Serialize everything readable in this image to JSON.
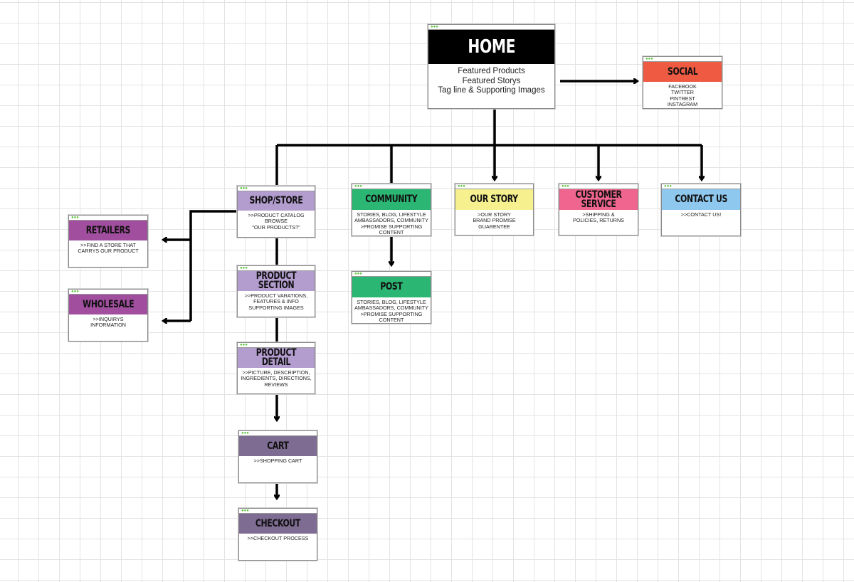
{
  "colors": {
    "home": "#000000",
    "social": "#ef5a43",
    "purple_light": "#b39dcf",
    "purple_dark": "#a24e9f",
    "purple_gray": "#7f6c93",
    "green": "#2bb673",
    "yellow": "#f6f08e",
    "pink": "#f06590",
    "blue": "#8fc8ee",
    "window_dots": "#5cc23c"
  },
  "nodes": {
    "home": {
      "title": "HOME",
      "lines": [
        "Featured Products",
        "Featured Storys",
        "Tag line & Supporting Images"
      ]
    },
    "social": {
      "title": "SOCIAL",
      "lines": [
        "FACEBOOK",
        "TWITTER",
        "PINTREST",
        "INSTAGRAM"
      ]
    },
    "shop": {
      "title": "SHOP/STORE",
      "lines": [
        ">>PRODUCT CATALOG",
        "BROWSE",
        "\"OUR PRODUCTS?\""
      ]
    },
    "community": {
      "title": "COMMUNITY",
      "lines": [
        "STORIES, BLOG, LIFESTYLE",
        "AMBASSADORS, COMMUNITY",
        ">PROMISE SUPPORTING",
        "CONTENT"
      ]
    },
    "our_story": {
      "title": "OUR STORY",
      "lines": [
        ">OUR STORY",
        "BRAND PROMISE",
        "GUARENTEE"
      ]
    },
    "customer_service": {
      "title": "CUSTOMER SERVICE",
      "lines": [
        ">SHIPPING &",
        "POLICIES, RETURNS"
      ]
    },
    "contact": {
      "title": "CONTACT US",
      "lines": [
        ">>CONTACT US!"
      ]
    },
    "retailers": {
      "title": "RETAILERS",
      "lines": [
        ">>FIND A STORE THAT",
        "CARRYS OUR PRODUCT"
      ]
    },
    "wholesale": {
      "title": "WHOLESALE",
      "lines": [
        ">>INQUIRYS",
        "INFORMATION"
      ]
    },
    "product_section": {
      "title": "PRODUCT SECTION",
      "lines": [
        ">>PRODUCT VARATIONS,",
        "FEATURES & INFO",
        "SUPPORTING IMAGES"
      ]
    },
    "post": {
      "title": "POST",
      "lines": [
        "STORIES, BLOG, LIFESTYLE",
        "AMBASSADORS, COMMUNITY",
        ">PROMISE SUPPORTING",
        "CONTENT"
      ]
    },
    "product_detail": {
      "title": "PRODUCT DETAIL",
      "lines": [
        ">>PICTURE, DESCRIPTION,",
        "INGREDIENTS, DIRECTIONS,",
        "REVIEWS"
      ]
    },
    "cart": {
      "title": "CART",
      "lines": [
        ">>SHOPPING CART"
      ]
    },
    "checkout": {
      "title": "CHECKOUT",
      "lines": [
        ">>CHECKOUT PROCESS"
      ]
    }
  }
}
